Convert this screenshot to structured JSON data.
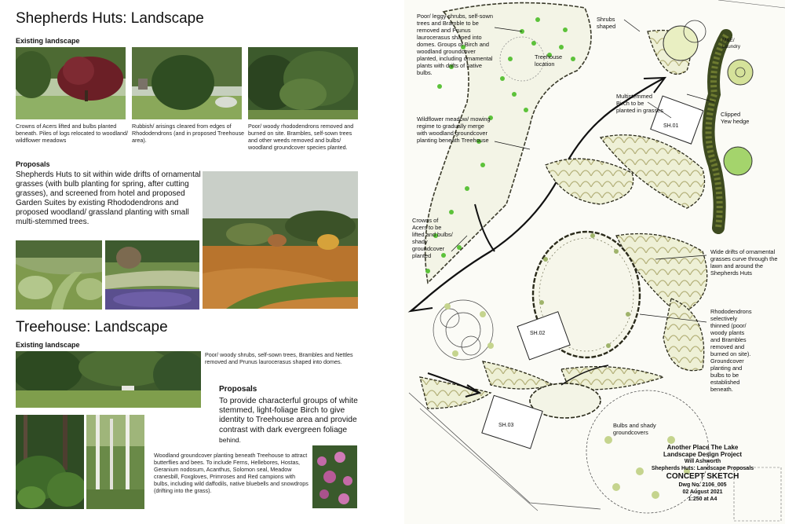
{
  "left": {
    "shepherds": {
      "title": "Shepherds Huts: Landscape",
      "existing_heading": "Existing landscape",
      "captions": [
        "Crowns of Acers lifted and bulbs planted beneath. Piles of logs relocated to woodland/ wildflower meadows",
        "Rubbish/ arisings cleared from edges of Rhododendrons (and in proposed Treehouse area).",
        "Poor/ woody rhododendrons removed and burned on site. Brambles, self-sown trees and other weeds removed and bulbs/ woodland groundcover species planted."
      ],
      "proposals_heading": "Proposals",
      "proposals_text": "Shepherds Huts to sit within wide drifts of ornamental grasses (with bulb planting for spring, after cutting grasses), and screened from hotel and proposed Garden Suites by existing Rhododendrons and proposed woodland/ grassland planting with small multi-stemmed trees."
    },
    "treehouse": {
      "title": "Treehouse: Landscape",
      "existing_heading": "Existing landscape",
      "caption_existing": "Poor/ woody shrubs, self-sown trees, Brambles and Nettles removed and Prunus laurocerasus shaped into domes.",
      "proposals_heading": "Proposals",
      "proposals_text_main": "To provide characterful groups of white stemmed, light-foliage Birch to give identity to Treehouse area and provide contrast with dark evergreen foliage",
      "proposals_text_tail": " behind.",
      "groundcover_text": "Woodland groundcover planting beneath Treehouse to attract butterflies and bees. To include Ferns, Hellebores, Hostas, Geranium nodosum, Acanthus, Solomon seal, Meadow cranesbill, Foxgloves, Primroses and Red campions with bulbs, including wild daffodils, native bluebells and snowdrops (drifting into the grass)."
    }
  },
  "right": {
    "notes": {
      "poor_shrubs": "Poor/ leggy shrubs, self-sown trees and Bramble to be removed and Prunus laurocerasus shaped into domes. Groups of Birch and woodland groundcover planted, including ornamental plants with drifts of native bulbs.",
      "shrubs_shaped": "Shrubs shaped",
      "treehouse": "Treehouse location",
      "me_laundry": "M&E/ Laundry",
      "multistemmed": "Multistemmed Birch to be planted in grasses",
      "clipped_yew": "Clipped Yew hedge",
      "wildflower": "Wildflower meadow/ mowing regime to gradually merge with woodland groundcover planting beneath Treehouse",
      "crowns_acers": "Crowns of Acers to be lifted and bulbs/ shady groundcover planted",
      "wide_drifts": "Wide drifts of ornamental grasses curve through the lawn and around the Shepherds Huts",
      "rhododendrons": "Rhododendrons selectively thinned (poor/ woody plants and Brambles removed and burned on site). Groundcover planting and bulbs to be established beneath.",
      "bulbs": "Bulbs and shady groundcovers"
    },
    "huts": [
      "SH.01",
      "SH.02",
      "SH.03"
    ],
    "title_block": {
      "line1": "Another Place The Lake",
      "line2": "Landscape Design Project",
      "line3": "Will Ashworth",
      "line4": "Shepherds Huts: Landscape Proposals",
      "line5": "CONCEPT SKETCH",
      "line6": "Dwg No. 2106_005",
      "line7": "02 August 2021",
      "line8": "1:250 at A4"
    }
  }
}
